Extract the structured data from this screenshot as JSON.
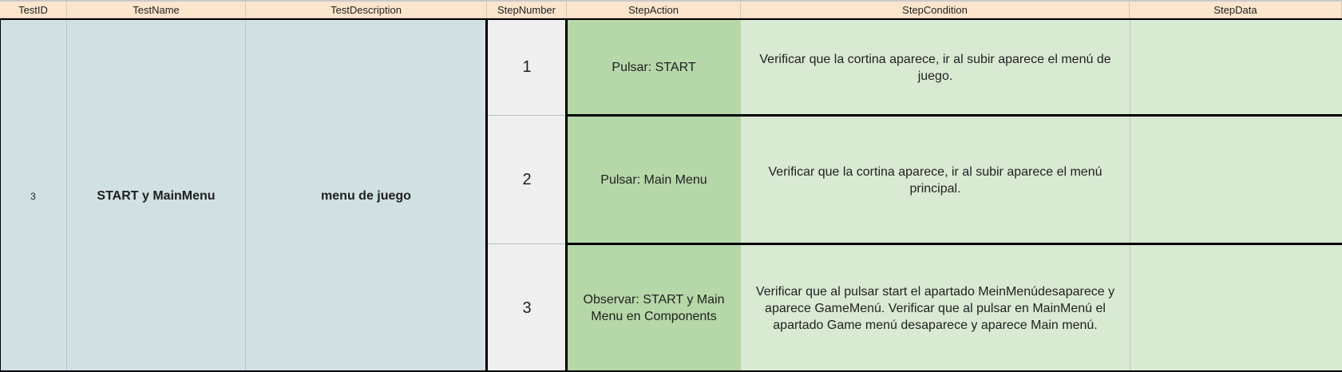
{
  "sheet": {
    "columns": [
      "TestID",
      "TestName",
      "TestDescription",
      "StepNumber",
      "StepAction",
      "StepCondition",
      "StepData"
    ],
    "test": {
      "id": "3",
      "name": "START y MainMenu",
      "description": "menu de juego"
    },
    "steps": [
      {
        "number": "1",
        "action": "Pulsar: START",
        "condition": "Verificar que la cortina aparece, ir al subir aparece el menú de juego.",
        "data": ""
      },
      {
        "number": "2",
        "action": "Pulsar: Main Menu",
        "condition": "Verificar que la cortina aparece, ir al subir aparece el menú principal.",
        "data": ""
      },
      {
        "number": "3",
        "action": "Observar: START y Main Menu en Components",
        "condition": "Verificar que al pulsar start el apartado MeinMenúdesaparece y aparece GameMenú. Verificar que al pulsar en MainMenú el apartado Game menú desaparece y aparece Main menú.",
        "data": ""
      }
    ]
  },
  "colors": {
    "header": "#fce5cd",
    "test_block": "#d0e0e3",
    "step_number": "#efefef",
    "step_action": "#b6d7a8",
    "step_condition": "#d9ead3"
  }
}
